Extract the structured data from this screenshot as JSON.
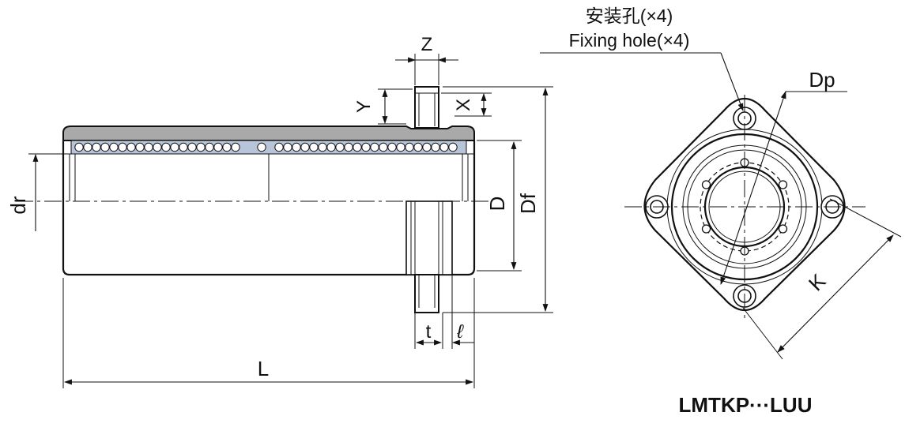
{
  "side_view": {
    "dim_Z": "Z",
    "dim_Y": "Y",
    "dim_X": "X",
    "dim_dr": "dr",
    "dim_D": "D",
    "dim_Df": "Df",
    "dim_t": "t",
    "dim_l": "ℓ",
    "dim_L": "L"
  },
  "front_view": {
    "hole_label_cn": "安装孔(×4)",
    "hole_label_en": "Fixing hole(×4)",
    "dim_Dp": "Dp",
    "dim_K": "K"
  },
  "model_code": "LMTKP···LUU",
  "colors": {
    "line": "#111111",
    "housing_fill": "#a9a9a9",
    "ball_track_fill": "#b8c4d8"
  }
}
